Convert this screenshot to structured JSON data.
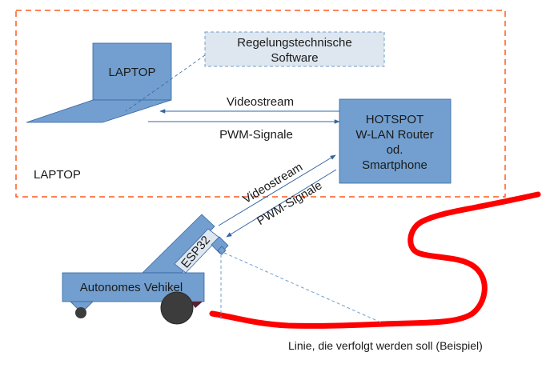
{
  "colors": {
    "box_fill": "#729fcf",
    "box_stroke": "#3465a4",
    "software_fill": "#dee6ef",
    "esp_fill": "#dee6ef",
    "boundary": "#ff5a1f",
    "track": "#ff0000",
    "wheel": "#3c3c3c",
    "arrow": "#3465a4"
  },
  "laptop": {
    "screen_label": "LAPTOP",
    "zone_label": "LAPTOP"
  },
  "software": {
    "line1": "Regelungstechnische",
    "line2": "Software"
  },
  "hotspot": {
    "line1": "HOTSPOT",
    "line2": "W-LAN Router",
    "line3": "od.",
    "line4": "Smartphone"
  },
  "links": {
    "top_video": "Videostream",
    "top_pwm": "PWM-Signale",
    "diag_video": "Videostream",
    "diag_pwm": "PWM-Signale"
  },
  "vehicle": {
    "label": "Autonomes Vehikel",
    "controller": "ESP32"
  },
  "track": {
    "caption": "Linie, die verfolgt werden soll (Beispiel)"
  }
}
